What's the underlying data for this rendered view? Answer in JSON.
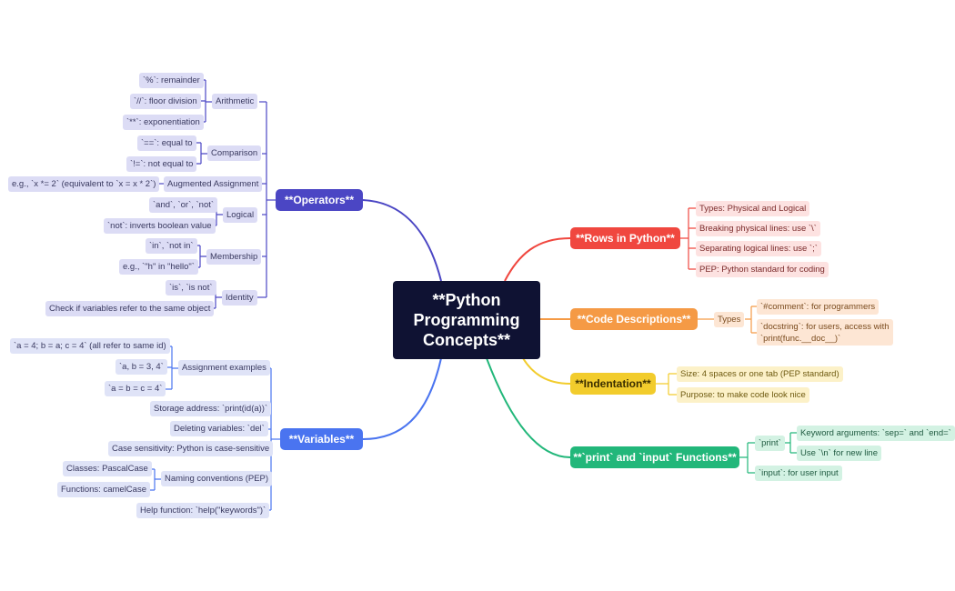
{
  "root": {
    "label": "**Python Programming Concepts**"
  },
  "operators": {
    "label": "**Operators**",
    "arithmetic": {
      "label": "Arithmetic",
      "items": [
        "`%`: remainder",
        "`//`: floor division",
        "`**`: exponentiation"
      ]
    },
    "comparison": {
      "label": "Comparison",
      "items": [
        "`==`: equal to",
        "`!=`: not equal to"
      ]
    },
    "augmented": {
      "label": "Augmented Assignment",
      "items": [
        "e.g., `x *= 2` (equivalent to `x = x * 2`)"
      ]
    },
    "logical": {
      "label": "Logical",
      "items": [
        "`and`, `or`, `not`",
        "`not`: inverts boolean value"
      ]
    },
    "membership": {
      "label": "Membership",
      "items": [
        "`in`, `not in`",
        "e.g., `\"h\" in \"hello\"`"
      ]
    },
    "identity": {
      "label": "Identity",
      "items": [
        "`is`, `is not`",
        "Check if variables refer to the same object"
      ]
    }
  },
  "variables": {
    "label": "**Variables**",
    "assignment": {
      "label": "Assignment examples",
      "items": [
        "`a = 4; b = a; c = 4` (all refer to same id)",
        "`a, b = 3, 4`",
        "`a = b = c = 4`"
      ]
    },
    "storage": "Storage address: `print(id(a))`",
    "deleting": "Deleting variables: `del`",
    "case": "Case sensitivity: Python is case-sensitive",
    "naming": {
      "label": "Naming conventions (PEP)",
      "items": [
        "Classes: PascalCase",
        "Functions: camelCase"
      ]
    },
    "help": "Help function: `help(\"keywords\")`"
  },
  "rows": {
    "label": "**Rows in Python**",
    "items": [
      "Types: Physical and Logical",
      "Breaking physical lines: use `\\`",
      "Separating logical lines: use `;`",
      "PEP: Python standard for coding"
    ]
  },
  "code": {
    "label": "**Code Descriptions**",
    "types": {
      "label": "Types",
      "items": [
        "`#comment`: for programmers",
        "`docstring`: for users, access with",
        "`print(func.__doc__)`"
      ]
    }
  },
  "indentation": {
    "label": "**Indentation**",
    "items": [
      "Size: 4 spaces or one tab (PEP standard)",
      "Purpose: to make code look nice"
    ]
  },
  "printinput": {
    "label": "**`print` and `input` Functions**",
    "print": {
      "label": "`print`",
      "items": [
        "Keyword arguments: `sep=` and `end=`",
        "Use `\\n` for new line"
      ]
    },
    "input": "`input`: for user input"
  },
  "colors": {
    "operators": "#4b46c4",
    "variables": "#4a74f0",
    "rows": "#f0473f",
    "code": "#f59a45",
    "indentation": "#f2cc2c",
    "printinput": "#22b77a",
    "root": "#0f1233"
  }
}
